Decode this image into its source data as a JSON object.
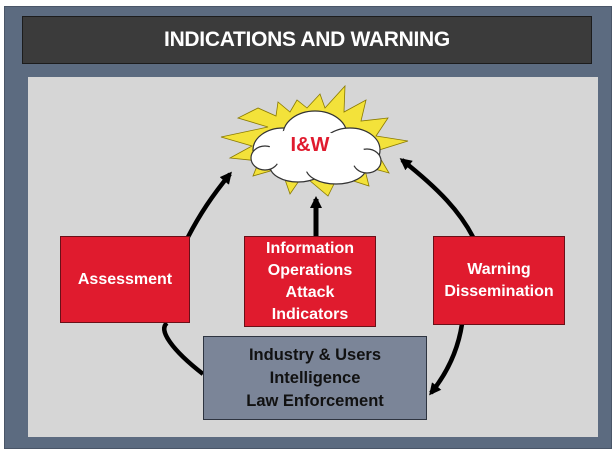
{
  "title": "INDICATIONS AND WARNING",
  "center_label": "I&W",
  "nodes": {
    "assessment": "Assessment",
    "io_attack_lines": [
      "Information",
      "Operations",
      "Attack",
      "Indicators"
    ],
    "warning_lines": [
      "Warning",
      "Dissemination"
    ],
    "sources_lines": [
      "Industry & Users",
      "Intelligence",
      "Law Enforcement"
    ]
  },
  "colors": {
    "frame": "#5c6b80",
    "title_bar": "#3b3b3b",
    "panel": "#d6d6d6",
    "red_box": "#e01b2e",
    "gray_box": "#7b8598",
    "starburst": "#f3e23a",
    "arrow": "#000000"
  }
}
